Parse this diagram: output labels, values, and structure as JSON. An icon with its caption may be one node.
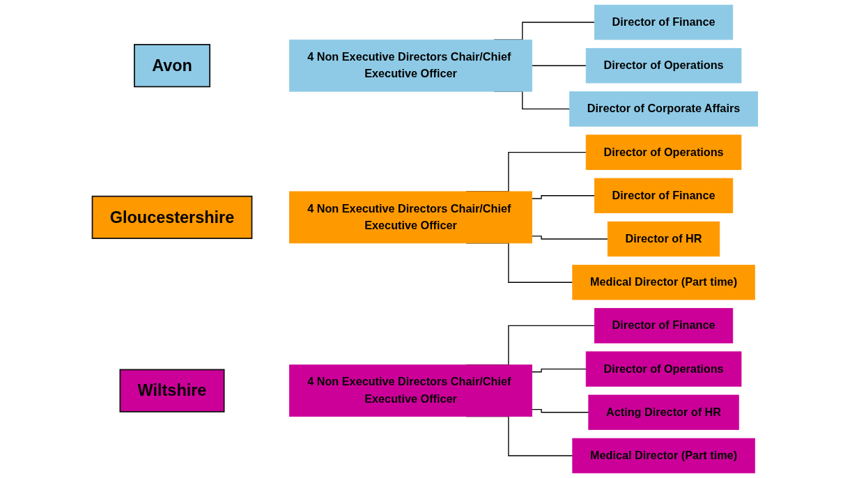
{
  "diagram": {
    "nodes": [
      {
        "text": [
          "Avon"
        ]
      },
      {
        "text": [
          "4 Non Executive Directors Chair/Chief Executive Officer"
        ]
      },
      {
        "text": [
          "Director of Finance"
        ]
      },
      {
        "text": [
          "Director of Operations"
        ]
      },
      {
        "text": [
          "Director of Corporate Affairs"
        ]
      },
      {
        "text": [
          "Gloucestershire"
        ]
      },
      {
        "text": [
          "4 Non Executive Directors Chair/Chief Executive Officer"
        ]
      },
      {
        "text": [
          "Director of Operations"
        ]
      },
      {
        "text": [
          "Director of Finance"
        ]
      },
      {
        "text": [
          "Director of HR"
        ]
      },
      {
        "text": [
          "Medical Director (Part time)"
        ]
      },
      {
        "text": [
          "Wiltshire"
        ]
      },
      {
        "text": [
          "4 Non Executive Directors Chair/Chief Executive Officer"
        ]
      },
      {
        "text": [
          "Director of Finance"
        ]
      },
      {
        "text": [
          "Director of Operations"
        ]
      },
      {
        "text": [
          "Acting Director of HR"
        ]
      },
      {
        "text": [
          "Medical Director (Part time)"
        ]
      }
    ],
    "edges": [
      {
        "from": 1,
        "to": 2,
        "arrow": "none"
      },
      {
        "from": 1,
        "to": 3,
        "arrow": "none"
      },
      {
        "from": 1,
        "to": 4,
        "arrow": "none"
      },
      {
        "from": 6,
        "to": 7,
        "arrow": "none"
      },
      {
        "from": 6,
        "to": 8,
        "arrow": "none"
      },
      {
        "from": 6,
        "to": 9,
        "arrow": "none"
      },
      {
        "from": 6,
        "to": 10,
        "arrow": "none"
      },
      {
        "from": 12,
        "to": 13,
        "arrow": "none"
      },
      {
        "from": 12,
        "to": 14,
        "arrow": "none"
      },
      {
        "from": 12,
        "to": 15,
        "arrow": "none"
      },
      {
        "from": 12,
        "to": 16,
        "arrow": "none"
      }
    ]
  }
}
